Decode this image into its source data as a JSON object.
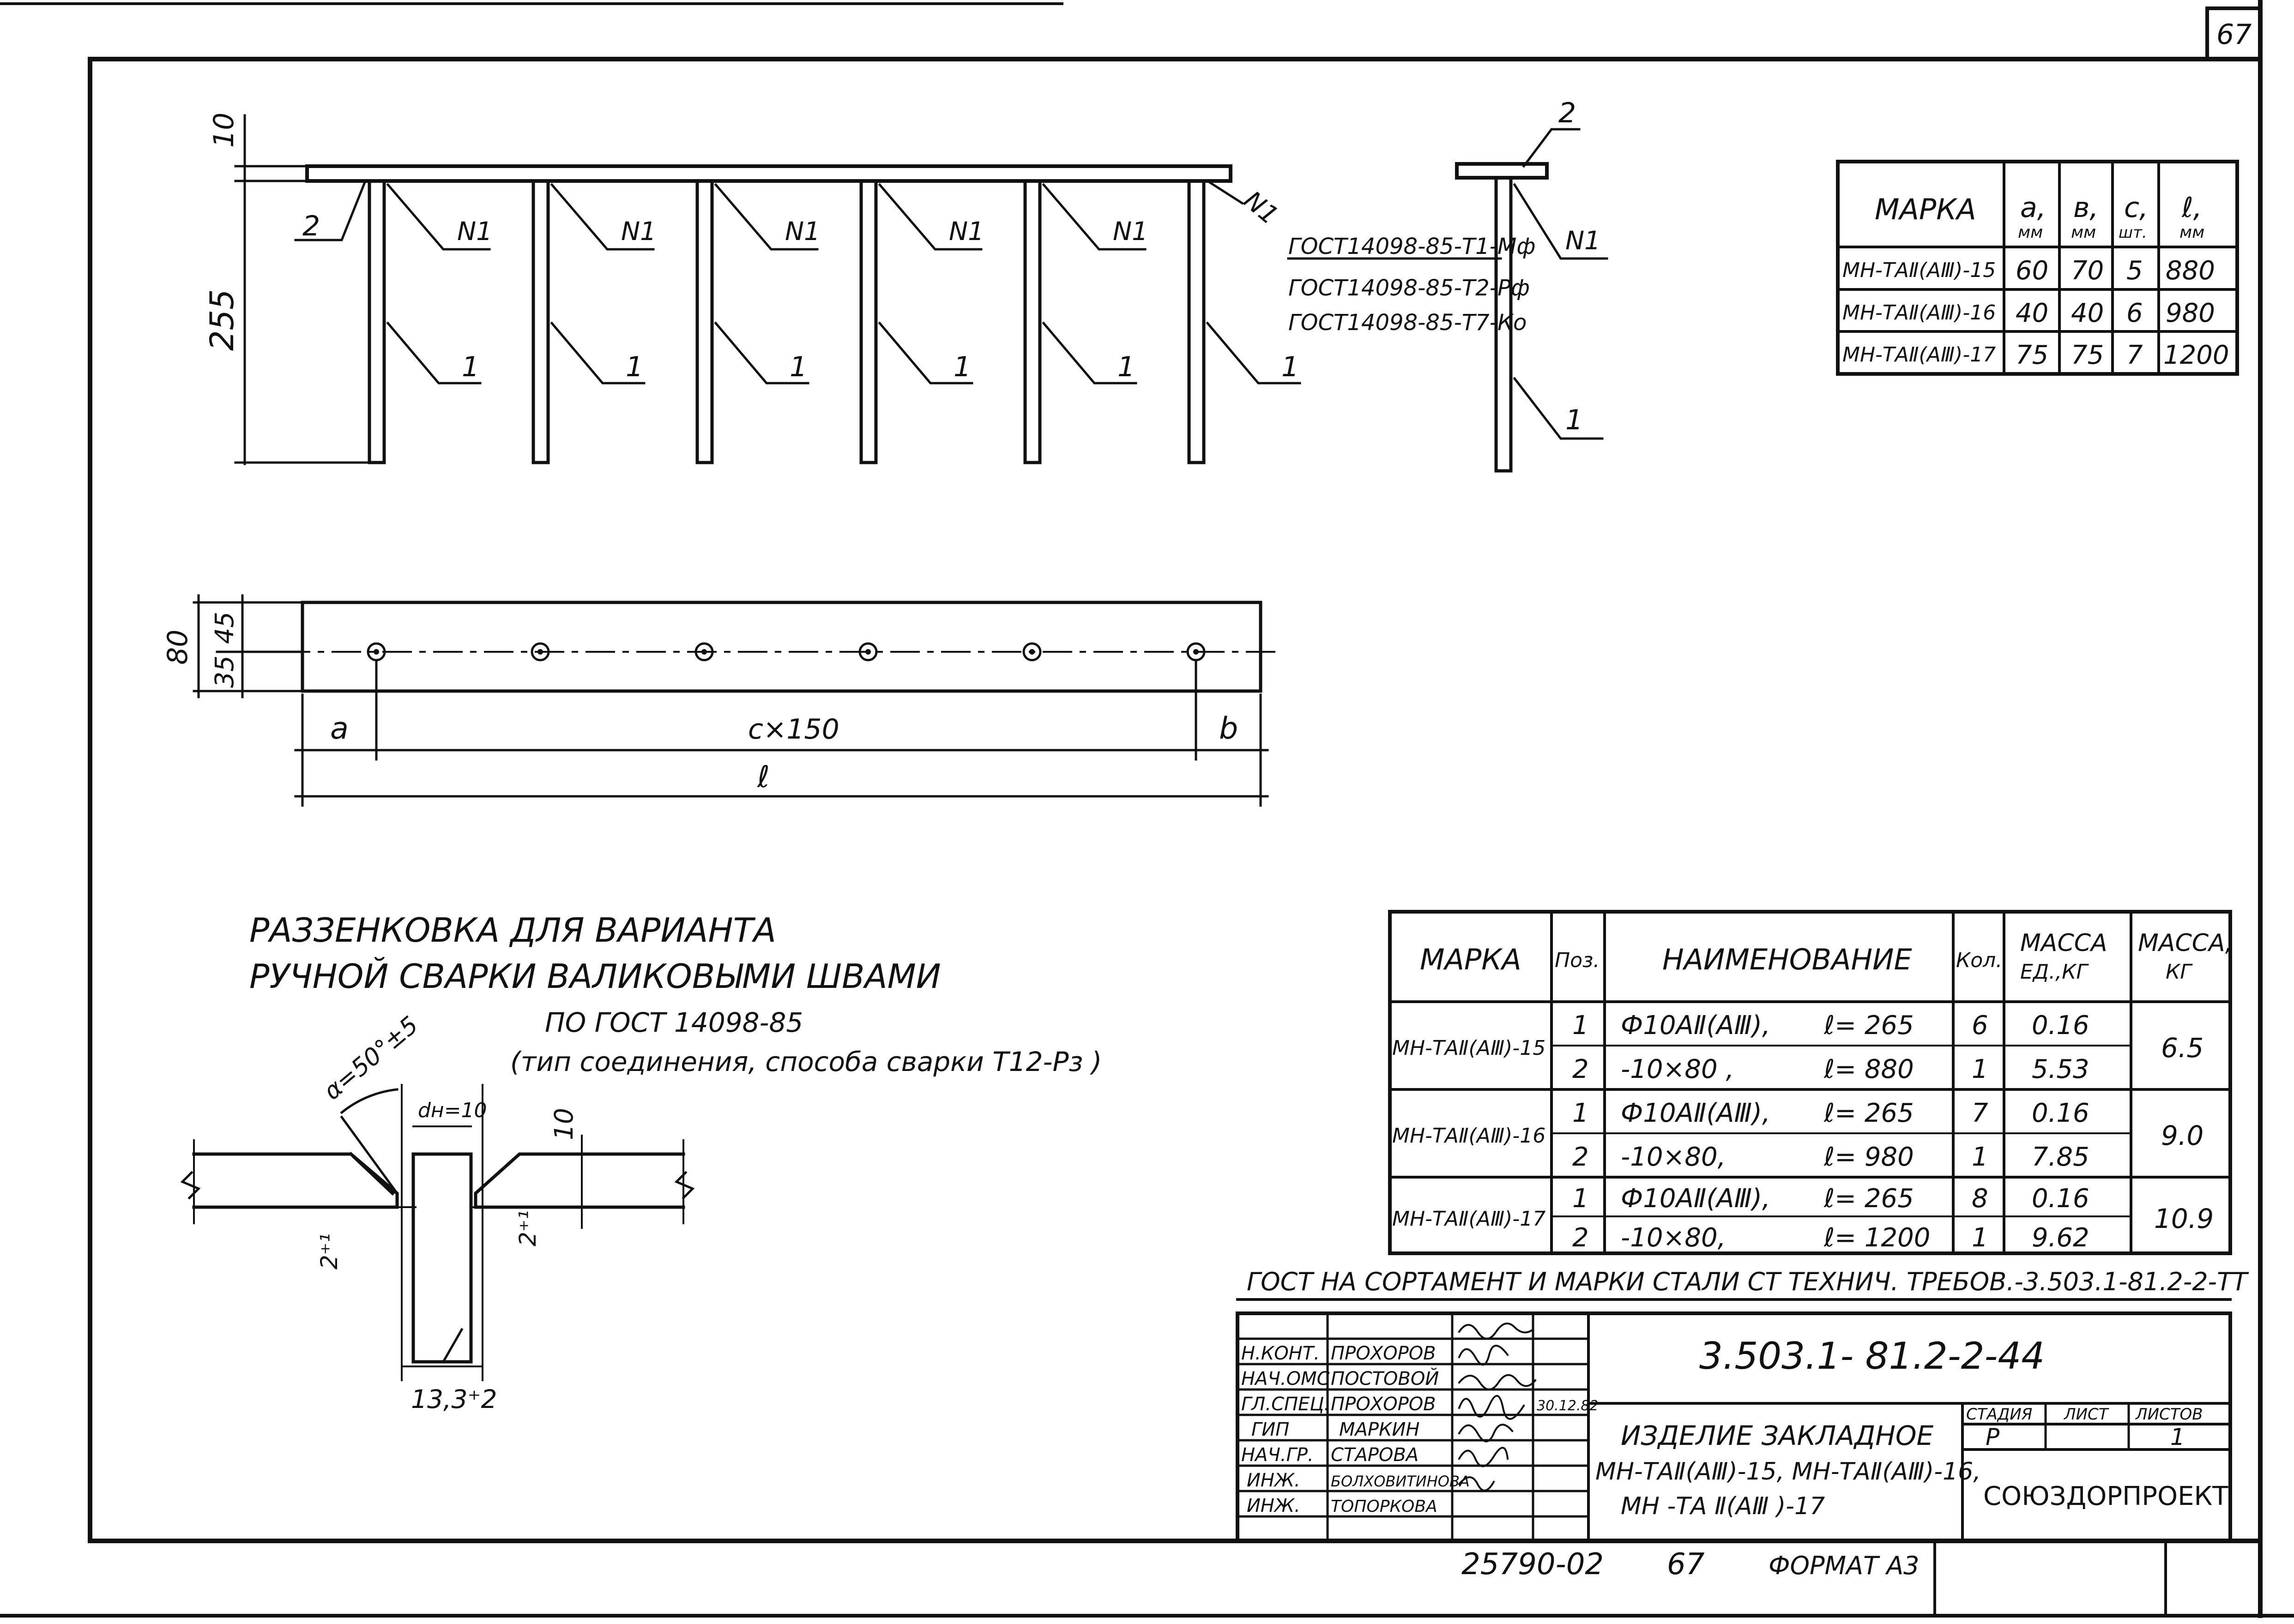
{
  "sheet": {
    "number": "67",
    "code": "3.503.1- 81.2-2-44",
    "archive": "25790-02",
    "sheet_no": "67",
    "format": "ФОРМАТ А3"
  },
  "elevation": {
    "dim_top": "10",
    "dim_height": "255",
    "pos_labels": [
      "2",
      "N1",
      "N1",
      "N1",
      "N1",
      "N1",
      "N1",
      "1",
      "1",
      "1",
      "1",
      "1",
      "1"
    ],
    "weld_notes": [
      "ГОСТ14098-85-Т1-Мф",
      "ГОСТ14098-85-Т2-Рф",
      "ГОСТ14098-85-Т7-Ко"
    ]
  },
  "side_view": {
    "labels": [
      "2",
      "N1",
      "1"
    ]
  },
  "plan": {
    "dim_total": "80",
    "dim_a": "35",
    "dim_b": "45",
    "label_a": "a",
    "label_c": "c×150",
    "label_b": "b",
    "label_l": "ℓ"
  },
  "dims_table": {
    "headers": [
      "МАРКА",
      "а,",
      "мм",
      "в,",
      "мм",
      "с,",
      "шт.",
      "ℓ,",
      "мм"
    ],
    "rows": [
      [
        "МН-ТАⅡ(АⅢ)-15",
        "60",
        "70",
        "5",
        "880"
      ],
      [
        "МН-ТАⅡ(АⅢ)-16",
        "40",
        "40",
        "6",
        "980"
      ],
      [
        "МН-ТАⅡ(АⅢ)-17",
        "75",
        "75",
        "7",
        "1200"
      ]
    ]
  },
  "weld_detail": {
    "title_1": "РАЗЗЕНКОВКА ДЛЯ ВАРИАНТА",
    "title_2": "РУЧНОЙ СВАРКИ ВАЛИКОВЫМИ ШВАМИ",
    "title_3": "ПО ГОСТ 14098-85",
    "title_4": "(тип соединения, способа сварки Т12-Рз )",
    "angle": "α=50°±5",
    "dia": "dн=10",
    "thick": "10",
    "gap_left": "2⁺¹",
    "gap_right": "2⁺¹",
    "width": "13,3⁺2"
  },
  "spec_table": {
    "headers": [
      "МАРКА",
      "Поз.",
      "НАИМЕНОВАНИЕ",
      "Кол.",
      "МАССА",
      "ЕД.,КГ",
      "МАССА,",
      "КГ"
    ],
    "groups": [
      {
        "mark": "МН-ТАⅡ(АⅢ)-15",
        "total": "6.5",
        "rows": [
          [
            "1",
            "Ф10АⅡ(АⅢ),",
            "ℓ= 265",
            "6",
            "0.16"
          ],
          [
            "2",
            "-10×80 ,",
            "ℓ= 880",
            "1",
            "5.53"
          ]
        ]
      },
      {
        "mark": "МН-ТАⅡ(АⅢ)-16",
        "total": "9.0",
        "rows": [
          [
            "1",
            "Ф10АⅡ(АⅢ),",
            "ℓ= 265",
            "7",
            "0.16"
          ],
          [
            "2",
            "-10×80,",
            "ℓ= 980",
            "1",
            "7.85"
          ]
        ]
      },
      {
        "mark": "МН-ТАⅡ(АⅢ)-17",
        "total": "10.9",
        "rows": [
          [
            "1",
            "Ф10АⅡ(АⅢ),",
            "ℓ= 265",
            "8",
            "0.16"
          ],
          [
            "2",
            "-10×80,",
            "ℓ= 1200",
            "1",
            "9.62"
          ]
        ]
      }
    ],
    "gost_note": "ГОСТ НА СОРТАМЕНТ И МАРКИ СТАЛИ СТ ТЕХНИЧ. ТРЕБОВ.-3.503.1-81.2-2-ТТ"
  },
  "title_block": {
    "people": [
      [
        "Н.КОНТ.",
        "ПРОХОРОВ"
      ],
      [
        "НАЧ.ОМС",
        "ПОСТОВОЙ"
      ],
      [
        "ГЛ.СПЕЦ.",
        "ПРОХОРОВ"
      ],
      [
        "ГИП",
        "МАРКИН"
      ],
      [
        "НАЧ.ГР.",
        "СТАРОВА"
      ],
      [
        "ИНЖ.",
        "БОЛХОВИТИНОВА"
      ],
      [
        "ИНЖ.",
        "ТОПОРКОВА"
      ]
    ],
    "date": "30.12.82",
    "product_1": "ИЗДЕЛИЕ ЗАКЛАДНОЕ",
    "product_2": "МН-ТАⅡ(АⅢ)-15, МН-ТАⅡ(АⅢ)-16,",
    "product_3": "МН -ТА Ⅱ(АⅢ )-17",
    "stage_h": "СТАДИЯ",
    "sheet_h": "ЛИСТ",
    "sheets_h": "ЛИСТОВ",
    "stage": "Р",
    "sheets": "1",
    "org": "СОЮЗДОРПРОЕКТ"
  }
}
